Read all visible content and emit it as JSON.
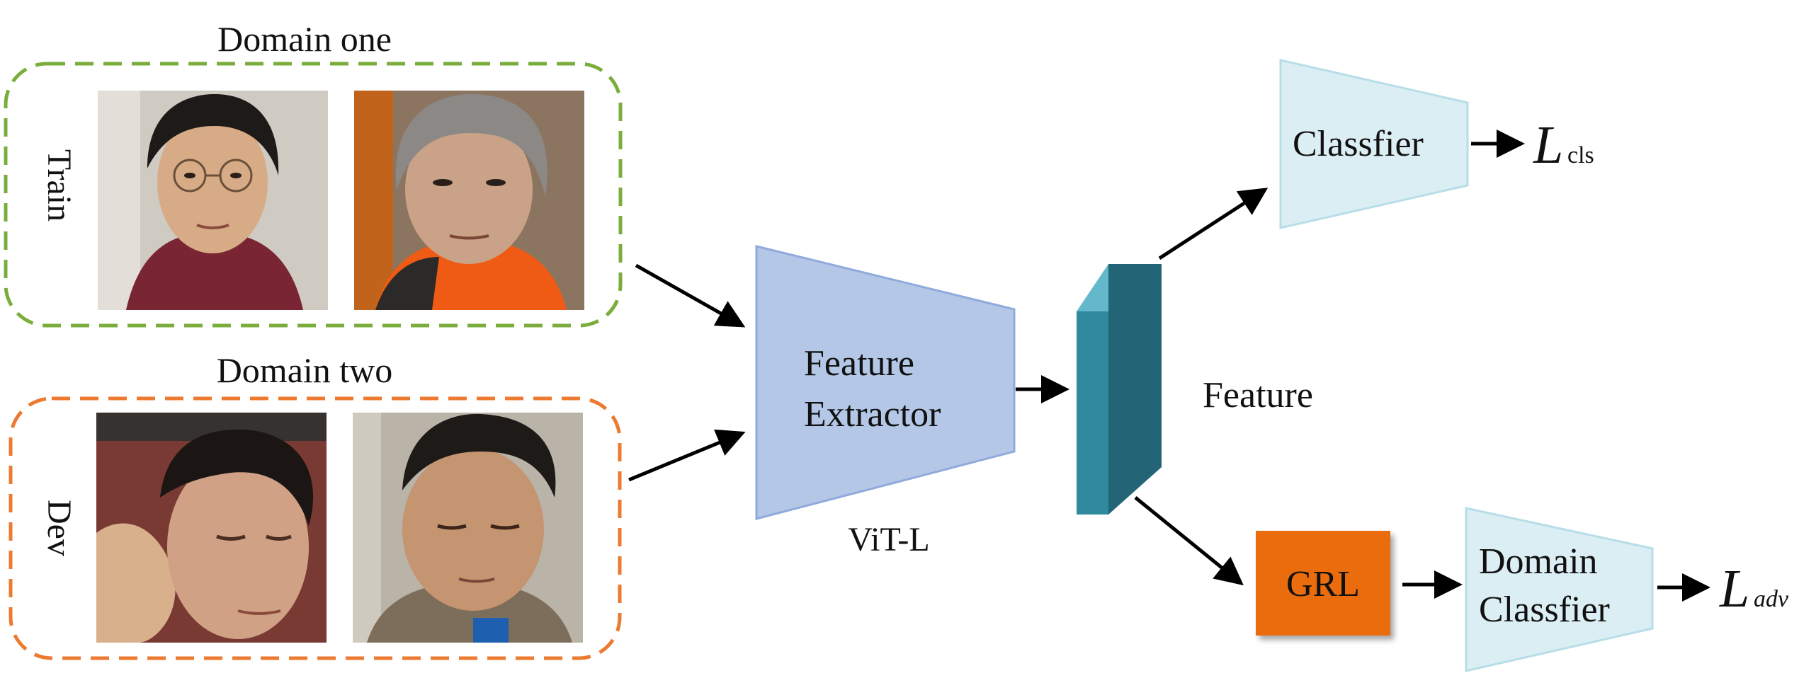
{
  "domains": [
    {
      "title": "Domain one",
      "split": "Train",
      "color": "#7aad3c",
      "faces": [
        "face-woman-glasses",
        "face-older-woman-orange-scarf"
      ]
    },
    {
      "title": "Domain two",
      "split": "Dev",
      "color": "#ec7a31",
      "faces": [
        "face-man-looking-down",
        "face-woman-looking-down"
      ]
    }
  ],
  "extractor": {
    "line1": "Feature",
    "line2": "Extractor",
    "caption": "ViT-L",
    "color": "#b4c7e7"
  },
  "feature": {
    "label": "Feature",
    "color": "#2e8a9c"
  },
  "classifier": {
    "label": "Classfier",
    "color": "#dbeef3"
  },
  "grl": {
    "label": "GRL",
    "color": "#ea6c0e"
  },
  "domain_classifier": {
    "line1": "Domain",
    "line2": "Classfier"
  },
  "losses": {
    "cls": {
      "main": "L",
      "sub": "cls"
    },
    "adv": {
      "main": "L",
      "sub": "adv"
    }
  }
}
